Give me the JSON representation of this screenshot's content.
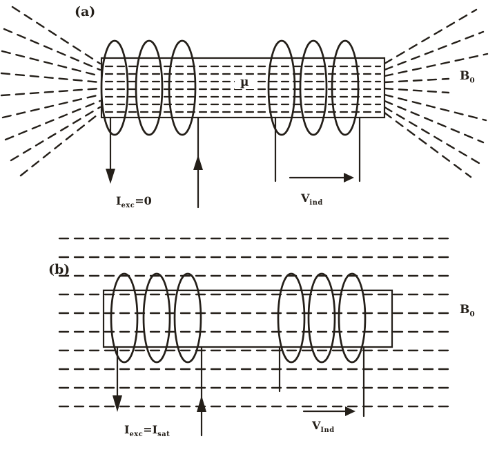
{
  "meta": {
    "ink_color": "#241f19",
    "background_color": "#ffffff",
    "figure_type": "physics-diagram-fluxgate-magnetometer-core"
  },
  "panel_a": {
    "tag": "(a)",
    "core_permeability_symbol": "µ",
    "external_field_label": {
      "base": "B",
      "sub": "0"
    },
    "excitation_current_label": {
      "base": "I",
      "sub": "exc",
      "suffix": "=0"
    },
    "induced_voltage_label": {
      "base": "V",
      "sub": "ind"
    }
  },
  "panel_b": {
    "tag": "(b)",
    "external_field_label": {
      "base": "B",
      "sub": "0"
    },
    "excitation_current_label": {
      "base": "I",
      "sub": "exc",
      "suffix_base": "=I",
      "suffix_sub": "sat"
    },
    "induced_voltage_label": {
      "base": "V",
      "sub": "Ind"
    }
  }
}
